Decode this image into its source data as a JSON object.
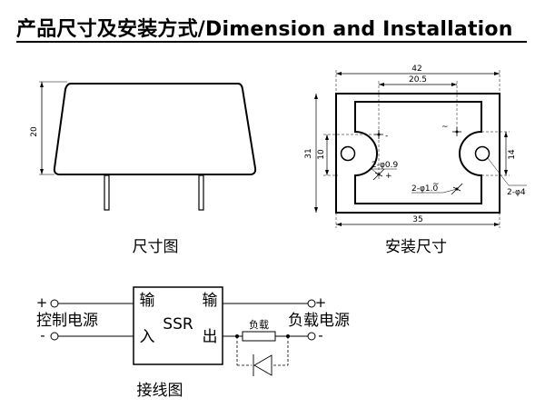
{
  "header": {
    "title": "产品尺寸及安装方式/Dimension and  Installation"
  },
  "size_view": {
    "caption": "尺寸图",
    "height_dim": "20"
  },
  "install_view": {
    "caption": "安装尺寸",
    "dim_total_width": "42",
    "dim_center": "20.5",
    "dim_height": "31",
    "dim_inner": "10",
    "dim_right": "14",
    "dim_bottom": "35",
    "pin_small": "2-φ0.9",
    "pin_large": "2-φ1.0",
    "mount_hole": "2-φ4",
    "sym_minus": "-",
    "sym_plus": "+",
    "sym_ac_1": "~",
    "sym_ac_2": "~"
  },
  "wiring": {
    "caption": "接线图",
    "ssr_label": "SSR",
    "input_top": "输",
    "input_bottom": "入",
    "output_top": "输",
    "output_bottom": "出",
    "control_label": "控制电源",
    "load_power_label": "负载电源",
    "load_label": "负载",
    "plus_left": "+",
    "minus_left": "-",
    "plus_right": "+",
    "minus_right": "-"
  }
}
